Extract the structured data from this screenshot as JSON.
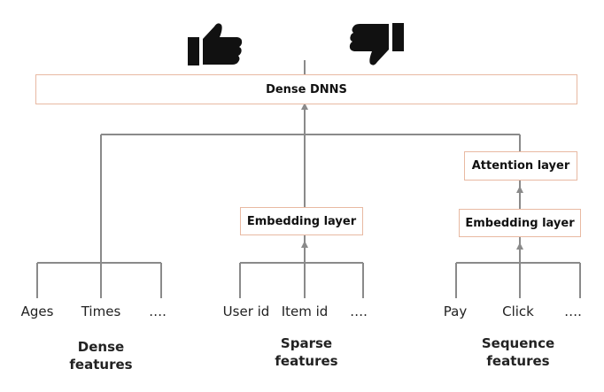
{
  "top_layer": "Dense DNNS",
  "icons": {
    "like": "thumbs-up-icon",
    "dislike": "thumbs-down-icon"
  },
  "layers": {
    "sparse_embedding": "Embedding layer",
    "sequence_embedding": "Embedding layer",
    "sequence_attention": "Attention layer"
  },
  "groups": {
    "dense": {
      "title_line1": "Dense",
      "title_line2": "features",
      "items": [
        "Ages",
        "Times",
        "…."
      ]
    },
    "sparse": {
      "title_line1": "Sparse",
      "title_line2": "features",
      "items": [
        "User id",
        "Item id",
        "…."
      ]
    },
    "sequence": {
      "title_line1": "Sequence",
      "title_line2": "features",
      "items": [
        "Pay",
        "Click",
        "…."
      ]
    }
  },
  "colors": {
    "box_border": "#e8b9a2",
    "connector": "#8a8a8a",
    "icon": "#111111"
  }
}
